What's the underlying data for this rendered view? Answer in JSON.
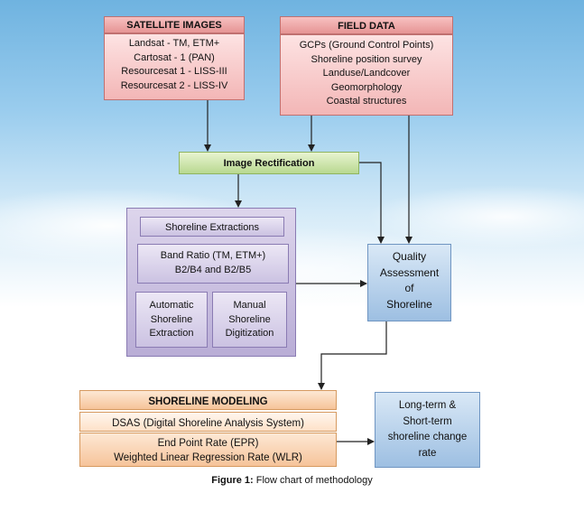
{
  "satellite": {
    "title": "SATELLITE IMAGES",
    "items": [
      "Landsat - TM, ETM+",
      "Cartosat - 1 (PAN)",
      "Resourcesat 1 - LISS-III",
      "Resourcesat 2 - LISS-IV"
    ]
  },
  "field": {
    "title": "FIELD DATA",
    "items": [
      "GCPs (Ground Control Points)",
      "Shoreline position survey",
      "Landuse/Landcover",
      "Geomorphology",
      "Coastal structures"
    ]
  },
  "rectification": {
    "label": "Image Rectification"
  },
  "extraction": {
    "title": "Shoreline Extractions",
    "band_ratio": [
      "Band Ratio (TM, ETM+)",
      "B2/B4 and B2/B5"
    ],
    "automatic": [
      "Automatic",
      "Shoreline",
      "Extraction"
    ],
    "manual": [
      "Manual",
      "Shoreline",
      "Digitization"
    ]
  },
  "quality": {
    "lines": [
      "Quality",
      "Assessment",
      "of",
      "Shoreline"
    ]
  },
  "modeling": {
    "title": "SHORELINE MODELING",
    "dsas": "DSAS (Digital Shoreline Analysis System)",
    "rates": [
      "End Point Rate (EPR)",
      "Weighted Linear Regression Rate (WLR)"
    ]
  },
  "longterm": {
    "lines": [
      "Long-term &",
      "Short-term",
      "shoreline change",
      "rate"
    ]
  },
  "caption": {
    "label": "Figure 1:",
    "text": " Flow chart of methodology"
  }
}
